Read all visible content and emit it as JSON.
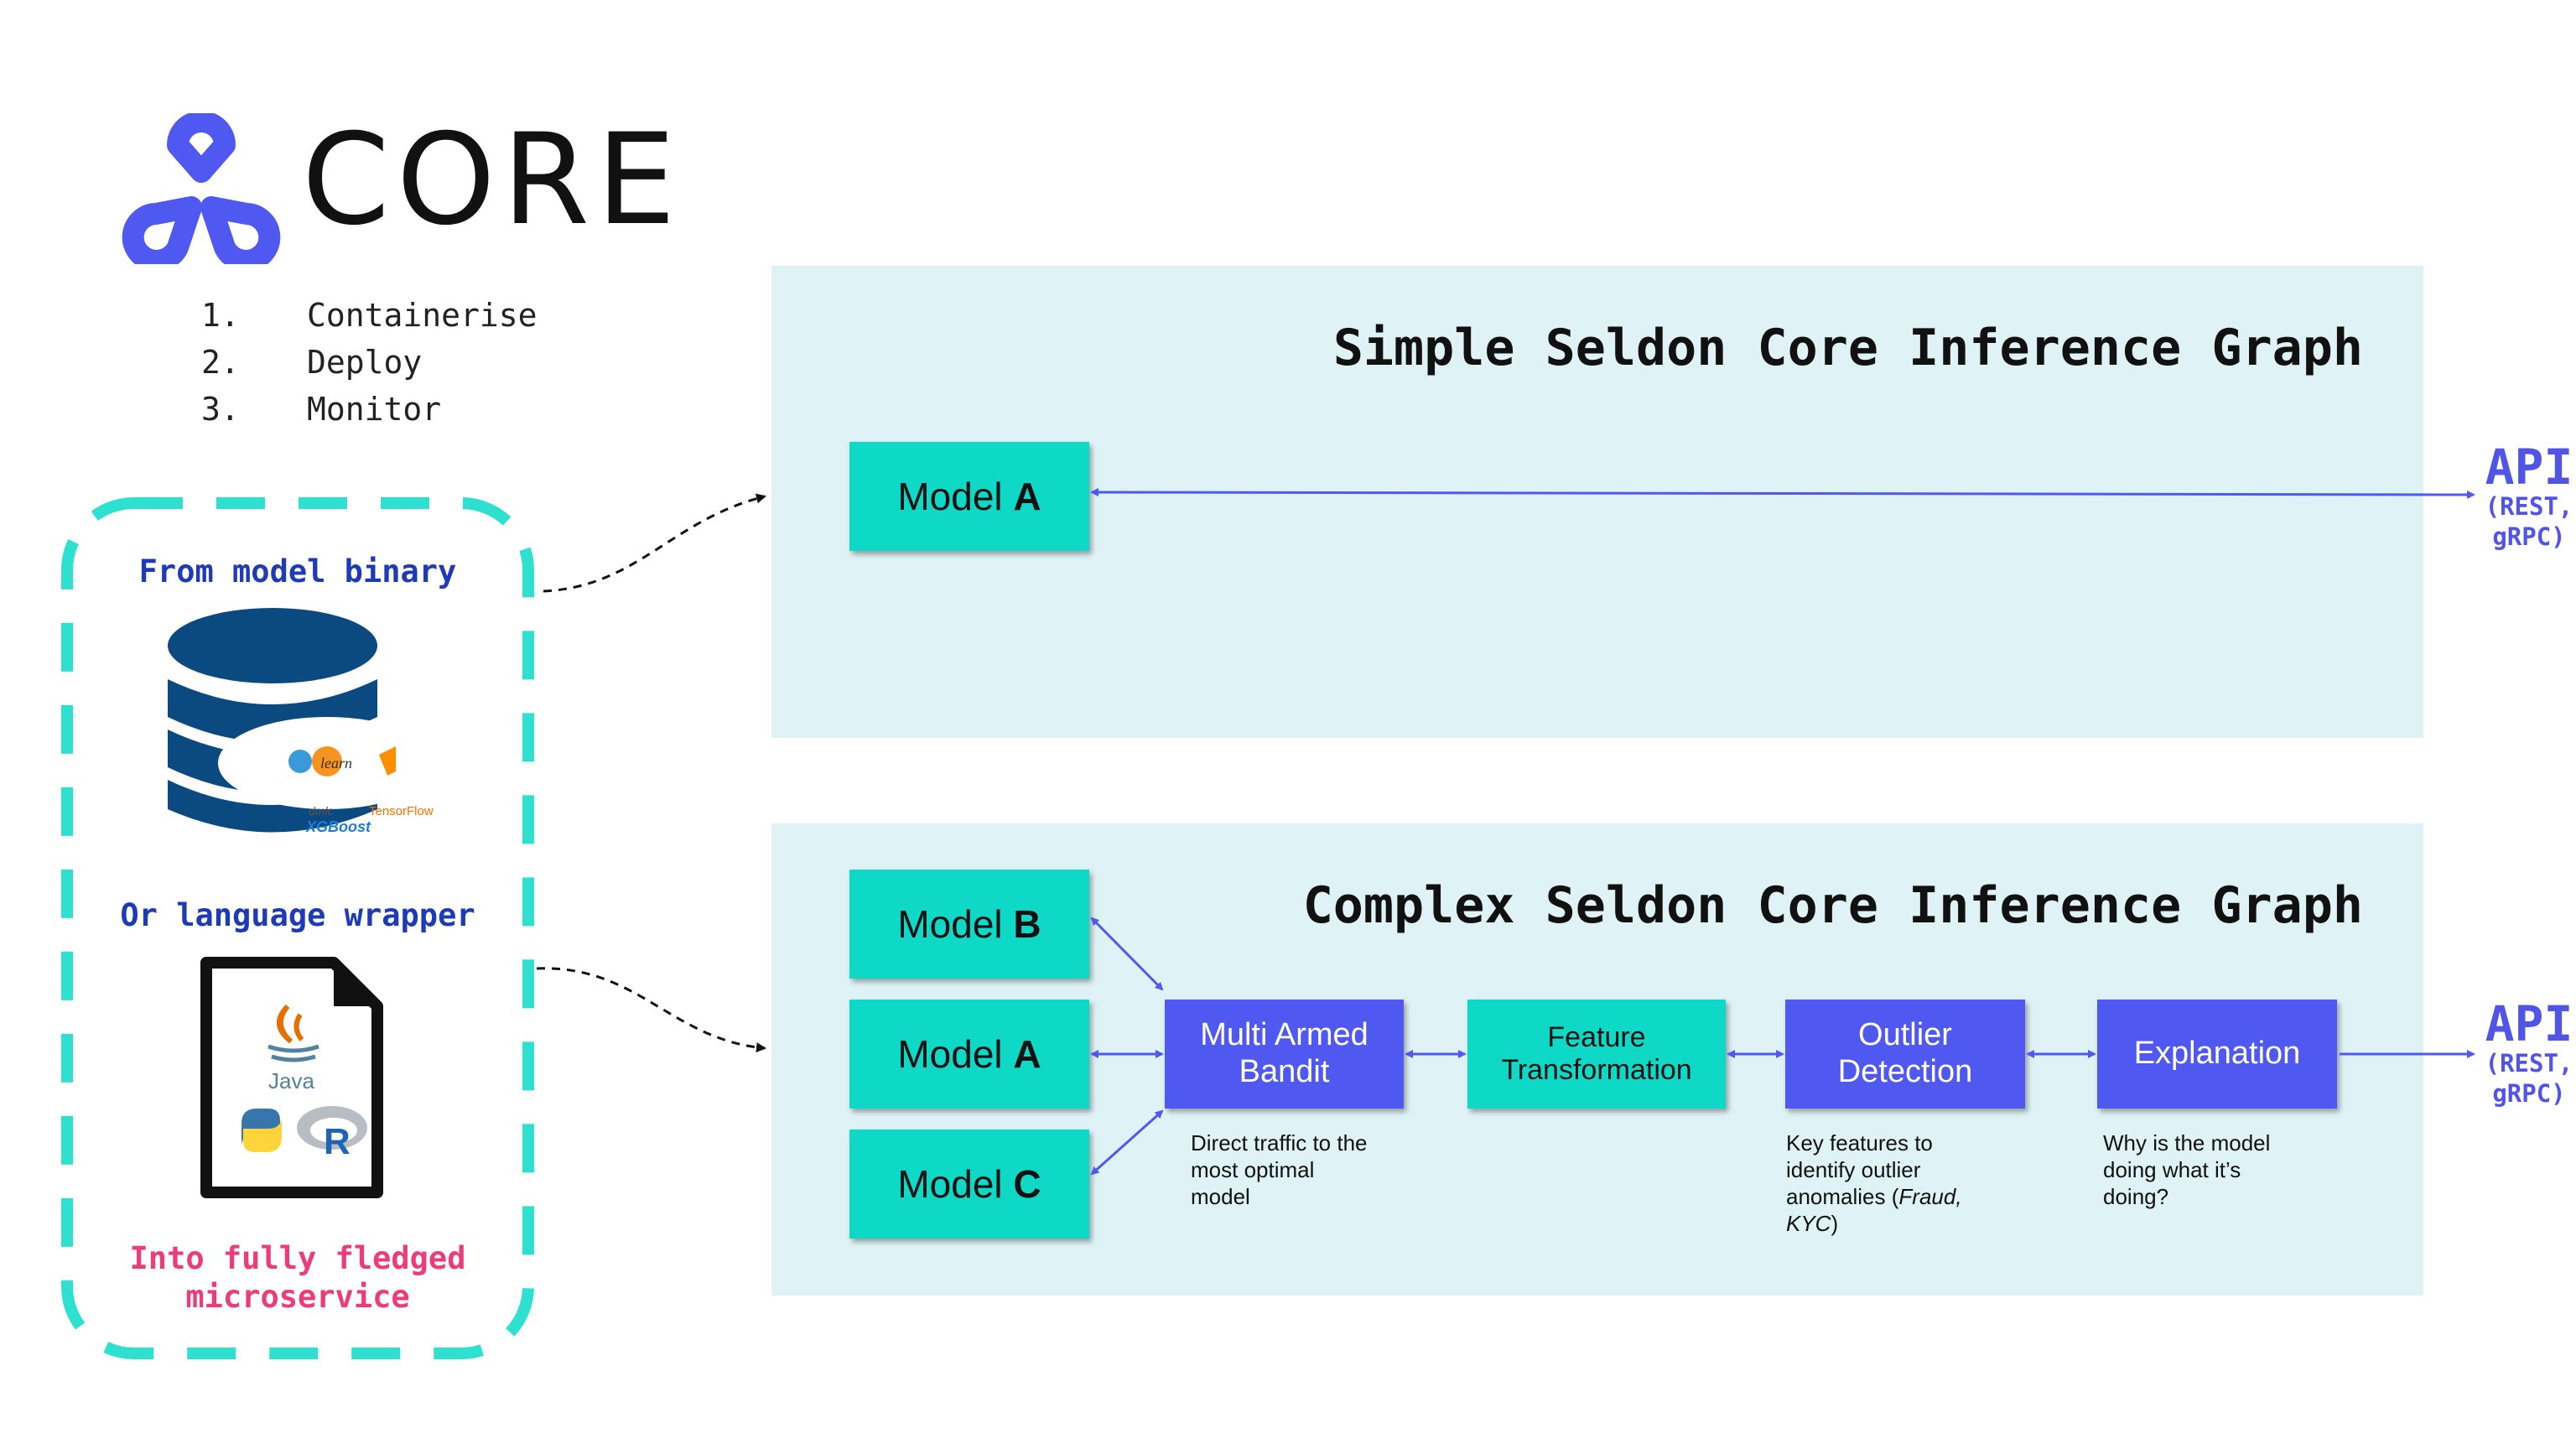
{
  "logo": {
    "text": "CORE"
  },
  "steps": [
    {
      "num": "1.",
      "label": "Containerise"
    },
    {
      "num": "2.",
      "label": "Deploy"
    },
    {
      "num": "3.",
      "label": "Monitor"
    }
  ],
  "left_box": {
    "from_label": "From model binary",
    "or_label": "Or language wrapper",
    "into_line1": "Into fully fledged",
    "into_line2": "microservice",
    "logos": {
      "sklearn": "learn",
      "tensorflow": "TensorFlow",
      "dmlc": "dmlc",
      "xgboost": "XGBoost",
      "java": "Java",
      "r": "R"
    }
  },
  "simple_graph": {
    "title": "Simple Seldon Core Inference Graph",
    "model": {
      "prefix": "Model ",
      "letter": "A"
    }
  },
  "complex_graph": {
    "title": "Complex Seldon Core Inference Graph",
    "models": [
      {
        "prefix": "Model ",
        "letter": "B"
      },
      {
        "prefix": "Model ",
        "letter": "A"
      },
      {
        "prefix": "Model ",
        "letter": "C"
      }
    ],
    "mab": {
      "line1": "Multi Armed",
      "line2": "Bandit",
      "caption": [
        "Direct traffic to the",
        "most optimal",
        "model"
      ]
    },
    "feature": {
      "line1": "Feature",
      "line2": "Transformation"
    },
    "outlier": {
      "line1": "Outlier",
      "line2": "Detection",
      "caption1": "Key features to",
      "caption2": "identify outlier",
      "caption3a": "anomalies (",
      "caption3b": "Fraud,",
      "caption4a": "KYC",
      "caption4b": ")"
    },
    "explanation": {
      "label": "Explanation",
      "caption": [
        "Why is the model",
        "doing what it’s",
        "doing?"
      ]
    }
  },
  "api": {
    "label": "API",
    "line2": "(REST,",
    "line3": "gRPC)"
  },
  "colors": {
    "teal": "#0ed9c7",
    "purple": "#4f58f1",
    "panel": "#dff3f6",
    "dash": "#2ee0d0",
    "label_blue": "#1d3bb7",
    "label_pink": "#ee3c78",
    "api": "#5055e8"
  }
}
